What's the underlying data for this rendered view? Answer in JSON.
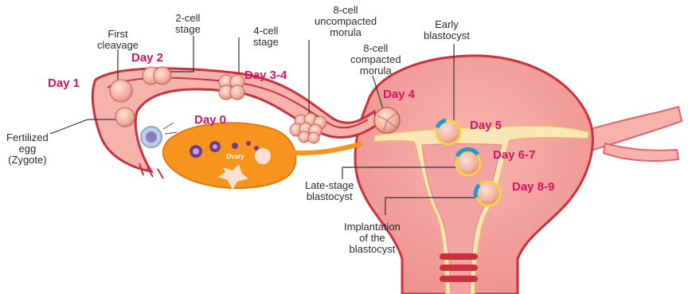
{
  "labels": {
    "first_cleavage": [
      "First",
      "cleavage"
    ],
    "two_cell": [
      "2-cell",
      "stage"
    ],
    "four_cell": [
      "4-cell",
      "stage"
    ],
    "eight_cell_uncompacted": [
      "8-cell",
      "uncompacted",
      "morula"
    ],
    "early_blastocyst": [
      "Early",
      "blastocyst"
    ],
    "eight_cell_compacted": [
      "8-cell",
      "compacted",
      "morula"
    ],
    "fertilized_egg": [
      "Fertilized",
      "egg",
      "(Zygote)"
    ],
    "late_stage_blastocyst": [
      "Late-stage",
      "blastocyst"
    ],
    "implantation": [
      "Implantation",
      "of the",
      "blastocyst"
    ],
    "ovary": "Ovary"
  },
  "days": {
    "day1": "Day 1",
    "day2": "Day 2",
    "day0": "Day 0",
    "day3_4": "Day 3-4",
    "day4": "Day 4",
    "day5": "Day 5",
    "day6_7": "Day 6-7",
    "day8_9": "Day 8-9"
  },
  "colors": {
    "day_text": "#d6145f",
    "tissue": "#f4a3a3",
    "tissue_dark": "#c8323c",
    "lining": "#fbe6b5",
    "ovary": "#f7941d",
    "embryo": "#f2b8a8",
    "trophoblast": "#1b9ad6",
    "zona": "#f5d33c"
  }
}
